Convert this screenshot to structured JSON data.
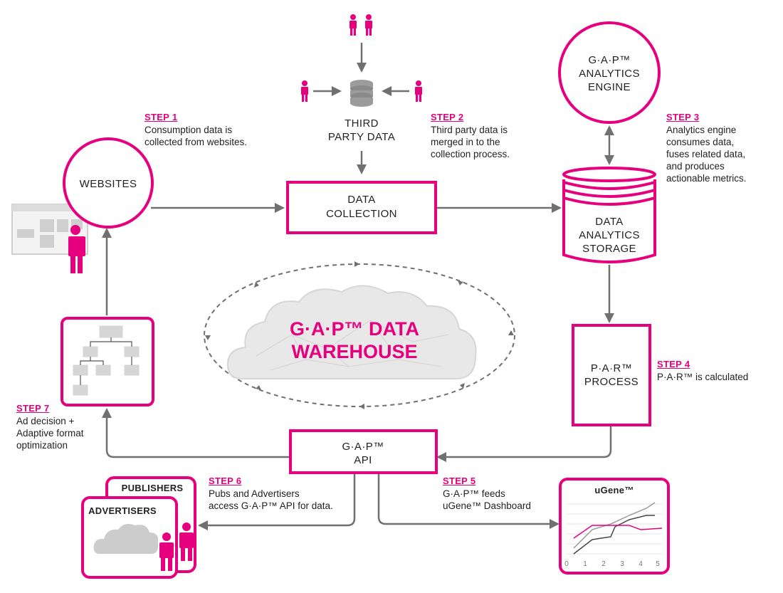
{
  "colors": {
    "accent": "#e6007e",
    "arrow": "#707070",
    "text": "#222222",
    "cloud": "#d9d9d9"
  },
  "nodes": {
    "websites": "WEBSITES",
    "third_party": {
      "line1": "THIRD",
      "line2": "PARTY DATA"
    },
    "data_collection": {
      "line1": "DATA",
      "line2": "COLLECTION"
    },
    "analytics_engine": {
      "line1": "G·A·P™",
      "line2": "ANALYTICS",
      "line3": "ENGINE"
    },
    "storage": {
      "line1": "DATA",
      "line2": "ANALYTICS",
      "line3": "STORAGE"
    },
    "par": {
      "line1": "P·A·R™",
      "line2": "PROCESS"
    },
    "api": {
      "line1": "G·A·P™",
      "line2": "API"
    },
    "warehouse": {
      "line1": "G·A·P™ DATA",
      "line2": "WAREHOUSE"
    },
    "publishers": "PUBLISHERS",
    "advertisers": "ADVERTISERS",
    "ugene": {
      "title": "uGene™",
      "ticks": [
        "0",
        "1",
        "2",
        "3",
        "4",
        "5"
      ]
    }
  },
  "steps": [
    {
      "label": "STEP 1",
      "desc": "Consumption data is\ncollected from websites."
    },
    {
      "label": "STEP 2",
      "desc": "Third party data is\nmerged in to the\ncollection process."
    },
    {
      "label": "STEP 3",
      "desc": "Analytics engine\nconsumes data,\nfuses related data,\nand produces\nactionable metrics."
    },
    {
      "label": "STEP 4",
      "desc": "P·A·R™ is calculated"
    },
    {
      "label": "STEP 5",
      "desc": "G·A·P™ feeds\nuGene™ Dashboard"
    },
    {
      "label": "STEP 6",
      "desc": "Pubs and Advertisers\naccess G·A·P™ API for data."
    },
    {
      "label": "STEP 7",
      "desc": "Ad decision +\nAdaptive format\noptimization"
    }
  ]
}
